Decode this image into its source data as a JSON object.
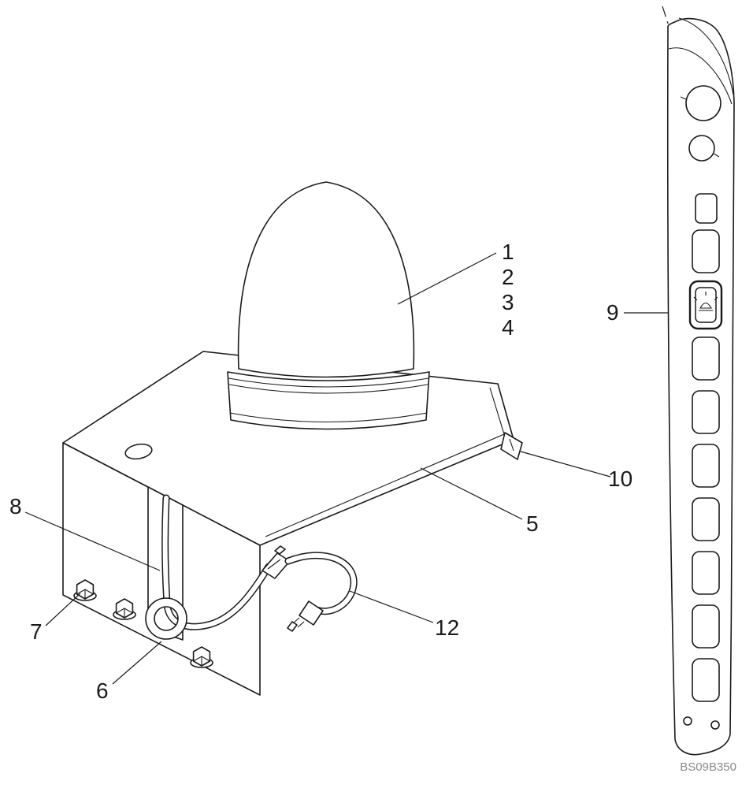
{
  "drawing": {
    "code": "BS09B350",
    "callouts": {
      "c1": "1",
      "c2": "2",
      "c3": "3",
      "c4": "4",
      "c5": "5",
      "c6": "6",
      "c7": "7",
      "c8": "8",
      "c9": "9",
      "c10": "10",
      "c12": "12"
    },
    "icons": {
      "switch_icon": "beacon-icon"
    },
    "colors": {
      "line": "#1a1a1a",
      "background": "#ffffff",
      "code_text": "#8a8a8a"
    }
  }
}
